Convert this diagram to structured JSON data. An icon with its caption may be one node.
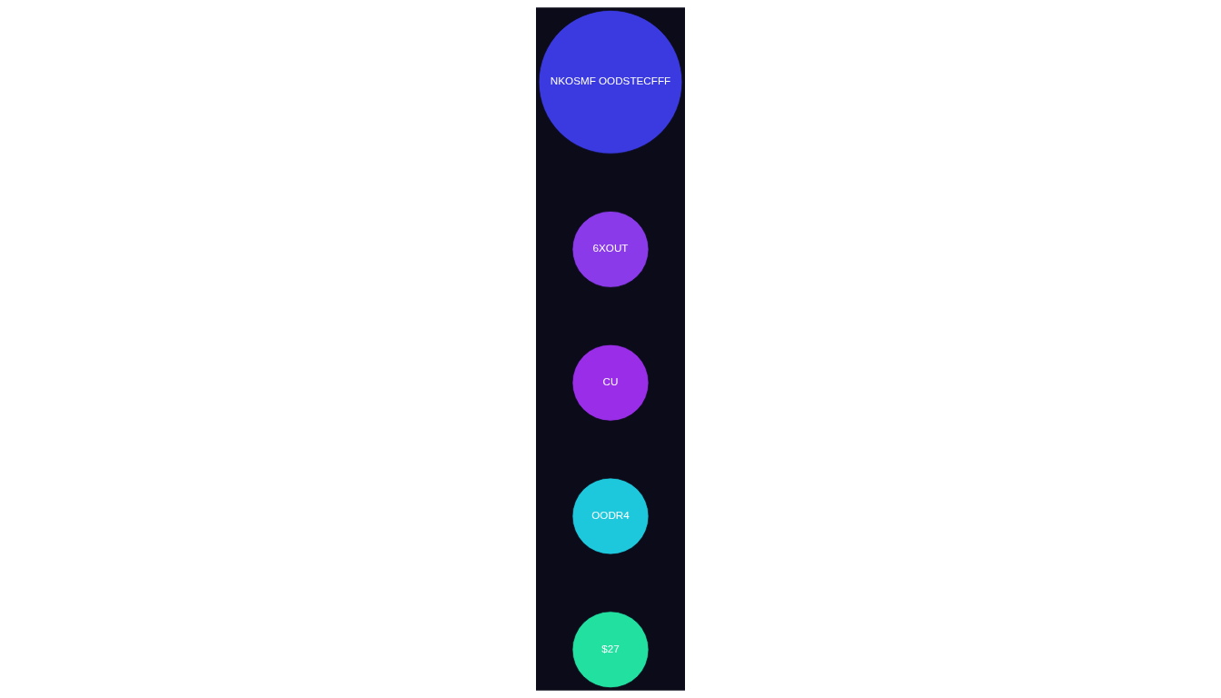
{
  "diagram": {
    "nodes": [
      {
        "text": [
          "$27"
        ]
      },
      {
        "text": [
          "OODR4"
        ]
      },
      {
        "text": [
          "CU"
        ]
      },
      {
        "text": [
          "6XOUT"
        ]
      },
      {
        "text": [
          "NKOSMF OODSTECFFF"
        ]
      }
    ]
  }
}
